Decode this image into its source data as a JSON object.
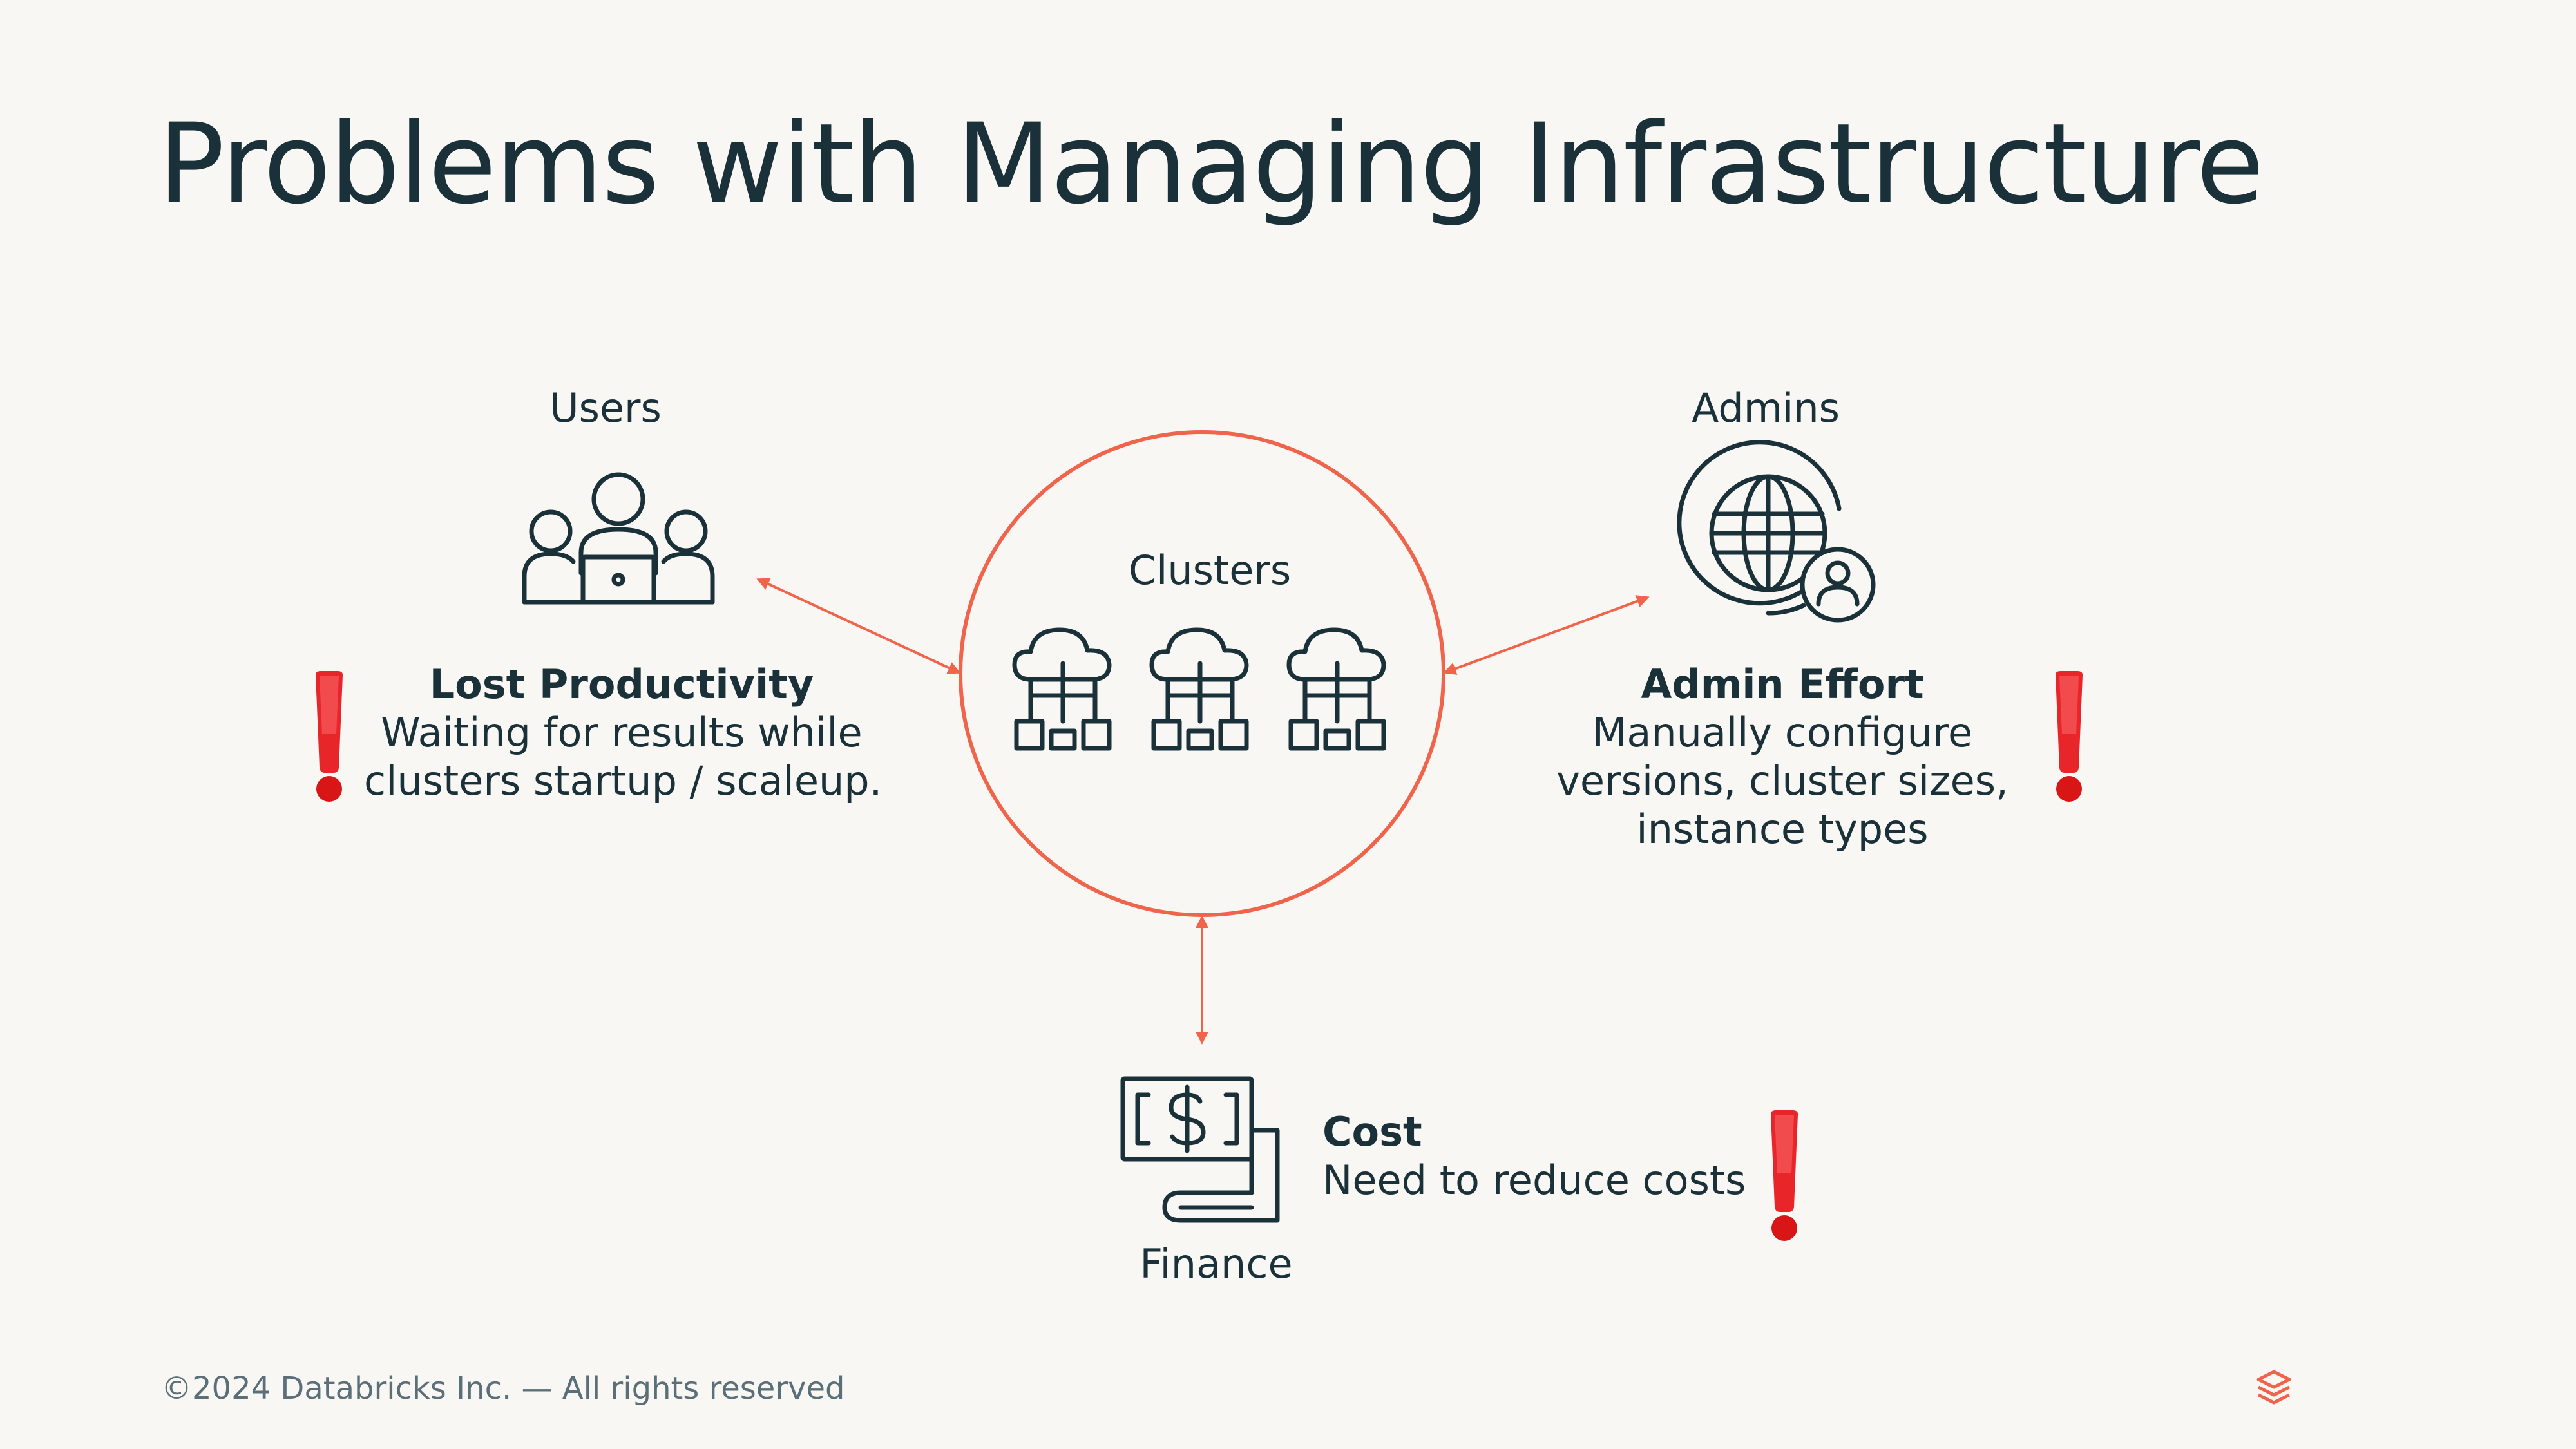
{
  "title": "Problems with Managing Infrastructure",
  "users": {
    "label": "Users",
    "icon": "users-laptop-icon",
    "problem_title": "Lost Productivity",
    "problem_lines": [
      "Waiting for results while",
      "clusters startup / scaleup."
    ]
  },
  "clusters": {
    "label": "Clusters",
    "icon": "cloud-cluster-icon"
  },
  "admins": {
    "label": "Admins",
    "icon": "globe-admin-icon",
    "problem_title": "Admin Effort",
    "problem_lines": [
      "Manually configure",
      "versions, cluster sizes,",
      "instance types"
    ]
  },
  "finance": {
    "label": "Finance",
    "icon": "money-bill-icon",
    "problem_title": "Cost",
    "problem_lines": [
      "Need to reduce costs"
    ]
  },
  "footer": "©2024 Databricks Inc. — All rights reserved",
  "colors": {
    "background": "#F9F7F4",
    "text": "#1B3139",
    "accent": "#F0644B",
    "alert": "#D91616",
    "footer": "#5A6F77"
  },
  "alert_icon": "exclamation-icon",
  "logo_icon": "databricks-logo-icon"
}
